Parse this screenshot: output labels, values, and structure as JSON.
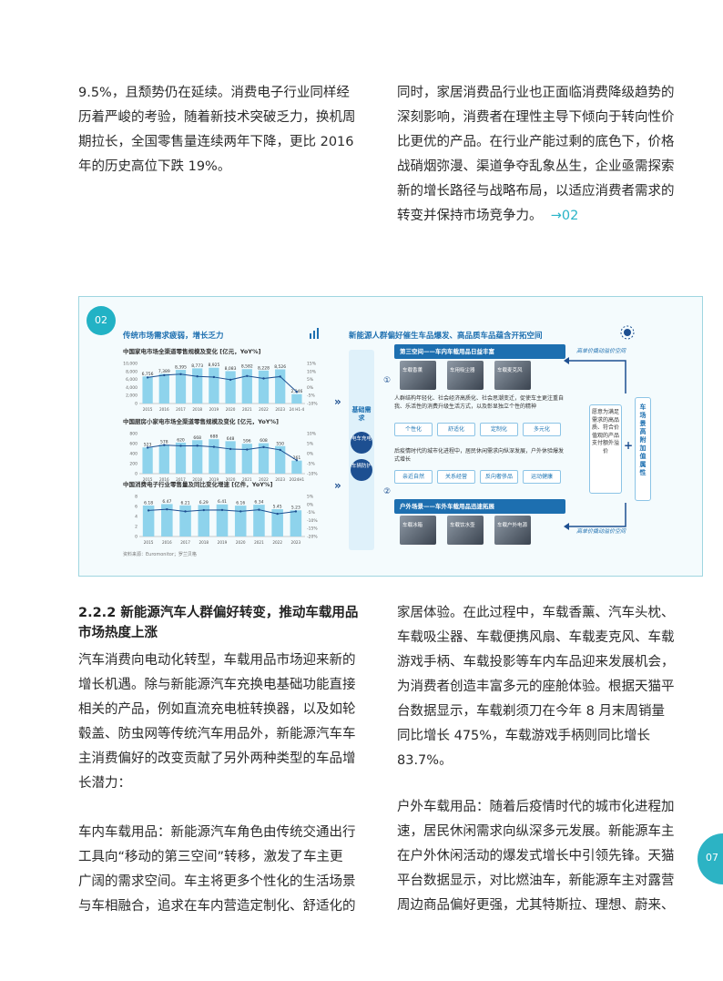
{
  "left_top": {
    "lines": [
      "9.5%，且颓势仍在延续。消费电子行业同样经",
      "历着严峻的考验，随着新技术突破乏力，换机周",
      "期拉长，全国零售量连续两年下降，更比 2016",
      "年的历史高位下跌 19%。"
    ]
  },
  "right_top": {
    "lines": [
      "同时，家居消费品行业也正面临消费降级趋势的",
      "深刻影响，消费者在理性主导下倾向于转向性价",
      "比更优的产品。在行业产能过剩的底色下，价格",
      "战硝烟弥漫、渠道争夺乱象丛生，企业亟需探索",
      "新的增长路径与战略布局，以适应消费者需求的"
    ],
    "last_line": "转变并保持市场竞争力。",
    "ref": "→02"
  },
  "figure": {
    "badge": "02",
    "left_title": "传统市场需求疲弱，增长乏力",
    "right_title": "新能源人群偏好催生车品爆发、高品质车品蕴含开拓空间",
    "source": "资料来源：Euromonitor；罗兰贝格",
    "charts": [
      {
        "title": "中国家电市场全渠道零售规模及变化 [亿元，YoY%]",
        "categories": [
          "2015",
          "2016",
          "2017",
          "2018",
          "2019",
          "2020",
          "2021",
          "2022",
          "2023",
          "24 H1-4"
        ],
        "values": [
          6756,
          7389,
          8395,
          8773,
          8925,
          8083,
          8582,
          8228,
          8526,
          2346
        ],
        "labels": [
          "6,756",
          "7,389",
          "8,395",
          "8,773",
          "8,925",
          "8,083",
          "8,582",
          "8,228",
          "8,526",
          "2,346"
        ],
        "yticks": [
          "10,000",
          "8,000",
          "6,000",
          "4,000",
          "2,000",
          "0"
        ],
        "y2ticks": [
          "15%",
          "10%",
          "5%",
          "0%",
          "-5%",
          "-10%"
        ],
        "ymax": 10000
      },
      {
        "title": "中国厨房小家电市场全渠道零售规模及变化 [亿元，YoY%]",
        "categories": [
          "2015",
          "2016",
          "2017",
          "2018",
          "2019",
          "2020",
          "2021",
          "2022",
          "2023",
          "2024H1"
        ],
        "values": [
          523,
          578,
          620,
          668,
          688,
          648,
          596,
          608,
          550,
          261
        ],
        "labels": [
          "523",
          "578",
          "620",
          "668",
          "688",
          "648",
          "596",
          "608",
          "550",
          "261"
        ],
        "yticks": [
          "800",
          "600",
          "400",
          "200",
          "0"
        ],
        "y2ticks": [
          "10%",
          "5%",
          "0%",
          "-5%",
          "-10%"
        ],
        "ymax": 800
      },
      {
        "title": "中国消费电子行业零售量及同比变化增速 [亿件，YoY%]",
        "categories": [
          "2015",
          "2016",
          "2017",
          "2018",
          "2019",
          "2020",
          "2021",
          "2022",
          "2023"
        ],
        "values": [
          6.18,
          6.47,
          6.21,
          6.29,
          6.41,
          6.16,
          6.34,
          5.45,
          5.23
        ],
        "labels": [
          "6.18",
          "6.47",
          "6.21",
          "6.29",
          "6.41",
          "6.16",
          "6.34",
          "5.45",
          "5.23"
        ],
        "yticks": [
          "8",
          "6",
          "4",
          "2",
          "0"
        ],
        "y2ticks": [
          "5%",
          "0%",
          "-5%",
          "-10%",
          "-15%",
          "-20%"
        ],
        "ymax": 8
      }
    ],
    "core": {
      "label": "基础需求",
      "items": [
        "电车充电",
        "车辆防护"
      ]
    },
    "space1": {
      "num": "①",
      "title": "第三空间——车内车载用品日益丰富",
      "thumbs": [
        "车载香薰",
        "车用吸尘器",
        "车载麦克风"
      ],
      "desc": "人群结构年轻化、社会经济高质化、社会思潮变迁，促使车主更注重自我、乐活性的消费升级生活方式，以及彰显独立个性的精神",
      "tags": [
        "个性化",
        "舒适化",
        "定制化",
        "多元化"
      ]
    },
    "space2": {
      "num": "②",
      "title": "户外场景——车外车载用品迅速拓展",
      "thumbs": [
        "车载冰箱",
        "车载饮水壶",
        "车载户外电源"
      ],
      "desc": "后疫情时代的城市化进程中，居民休闲需求向纵深发展，户外休验爆发式增长",
      "tags": [
        "亲近自然",
        "关系经营",
        "反向奢侈品",
        "运动健康"
      ]
    },
    "right_note": "愿意为满足需求的高品质、符合价值观的产品支付额外溢价",
    "right_col": "车场景高附加值属性",
    "top_note": "高单价撬动溢价空间",
    "bottom_note": "高单价撬动溢价空间"
  },
  "left_bottom": {
    "heading_lines": [
      "2.2.2 新能源汽车人群偏好转变，推动车载用品",
      "市场热度上涨"
    ],
    "p1": [
      "汽车消费向电动化转型，车载用品市场迎来新的",
      "增长机遇。除与新能源汽车充换电基础功能直接",
      "相关的产品，例如直流充电桩转换器，以及如轮",
      "毂盖、防虫网等传统汽车用品外，新能源汽车车",
      "主消费偏好的改变贡献了另外两种类型的车品增",
      "长潜力："
    ],
    "p2": [
      "车内车载用品：新能源汽车角色由传统交通出行",
      "工具向“移动的第三空间”转移，激发了车主更",
      "广阔的需求空间。车主将更多个性化的生活场景",
      "与车相融合，追求在车内营造定制化、舒适化的"
    ]
  },
  "right_bottom": {
    "p1": [
      "家居体验。在此过程中，车载香薰、汽车头枕、",
      "车载吸尘器、车载便携风扇、车载麦克风、车载",
      "游戏手柄、车载投影等车内车品迎来发展机会，",
      "为消费者创造丰富多元的座舱体验。根据天猫平",
      "台数据显示，车载剃须刀在今年 8 月末周销量",
      "同比增长 475%，车载游戏手柄则同比增长",
      "83.7%。"
    ],
    "p2": [
      "户外车载用品：随着后疫情时代的城市化进程加",
      "速，居民休闲需求向纵深多元发展。新能源车主",
      "在户外休闲活动的爆发式增长中引领先锋。天猫",
      "平台数据显示，对比燃油车，新能源车主对露营",
      "周边商品偏好更强，尤其特斯拉、理想、蔚来、"
    ]
  },
  "page_number": "07",
  "colors": {
    "accent": "#2cb3c4",
    "bar": "#8ed3ec",
    "line": "#1d4f91",
    "title_blue": "#1d6fb0"
  },
  "chart_data": [
    {
      "type": "bar",
      "title": "中国家电市场全渠道零售规模及变化 [亿元，YoY%]",
      "categories": [
        "2015",
        "2016",
        "2017",
        "2018",
        "2019",
        "2020",
        "2021",
        "2022",
        "2023",
        "24 H1-4"
      ],
      "values": [
        6756,
        7389,
        8395,
        8773,
        8925,
        8083,
        8582,
        8228,
        8526,
        2346
      ],
      "ylim": [
        0,
        10000
      ]
    },
    {
      "type": "bar",
      "title": "中国厨房小家电市场全渠道零售规模及变化 [亿元，YoY%]",
      "categories": [
        "2015",
        "2016",
        "2017",
        "2018",
        "2019",
        "2020",
        "2021",
        "2022",
        "2023",
        "2024H1"
      ],
      "values": [
        523,
        578,
        620,
        668,
        688,
        648,
        596,
        608,
        550,
        261
      ],
      "ylim": [
        0,
        800
      ]
    },
    {
      "type": "bar",
      "title": "中国消费电子行业零售量及同比变化增速 [亿件，YoY%]",
      "categories": [
        "2015",
        "2016",
        "2017",
        "2018",
        "2019",
        "2020",
        "2021",
        "2022",
        "2023"
      ],
      "values": [
        6.18,
        6.47,
        6.21,
        6.29,
        6.41,
        6.16,
        6.34,
        5.45,
        5.23
      ],
      "ylim": [
        0,
        8
      ]
    }
  ]
}
